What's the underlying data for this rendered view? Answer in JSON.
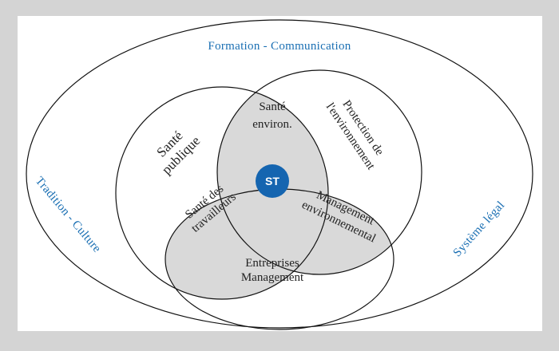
{
  "outer": {
    "top_label": "Formation - Communication",
    "left_label": "Tradition - Culture",
    "right_label": "Système légal"
  },
  "circles": {
    "left": [
      "Santé",
      "publique"
    ],
    "right": [
      "Protection de",
      "l'environnement"
    ],
    "bottom": [
      "Entreprises",
      "Management"
    ]
  },
  "intersections": {
    "top": [
      "Santé",
      "environ."
    ],
    "left": [
      "Santé des",
      "travailleurs"
    ],
    "right": [
      "Management",
      "environnemental"
    ]
  },
  "center": {
    "label": "ST"
  },
  "colors": {
    "background": "#d4d4d4",
    "panel": "#ffffff",
    "petal": "#d9d9d9",
    "center": "#1565b0",
    "blue_text": "#1a6fb3"
  }
}
